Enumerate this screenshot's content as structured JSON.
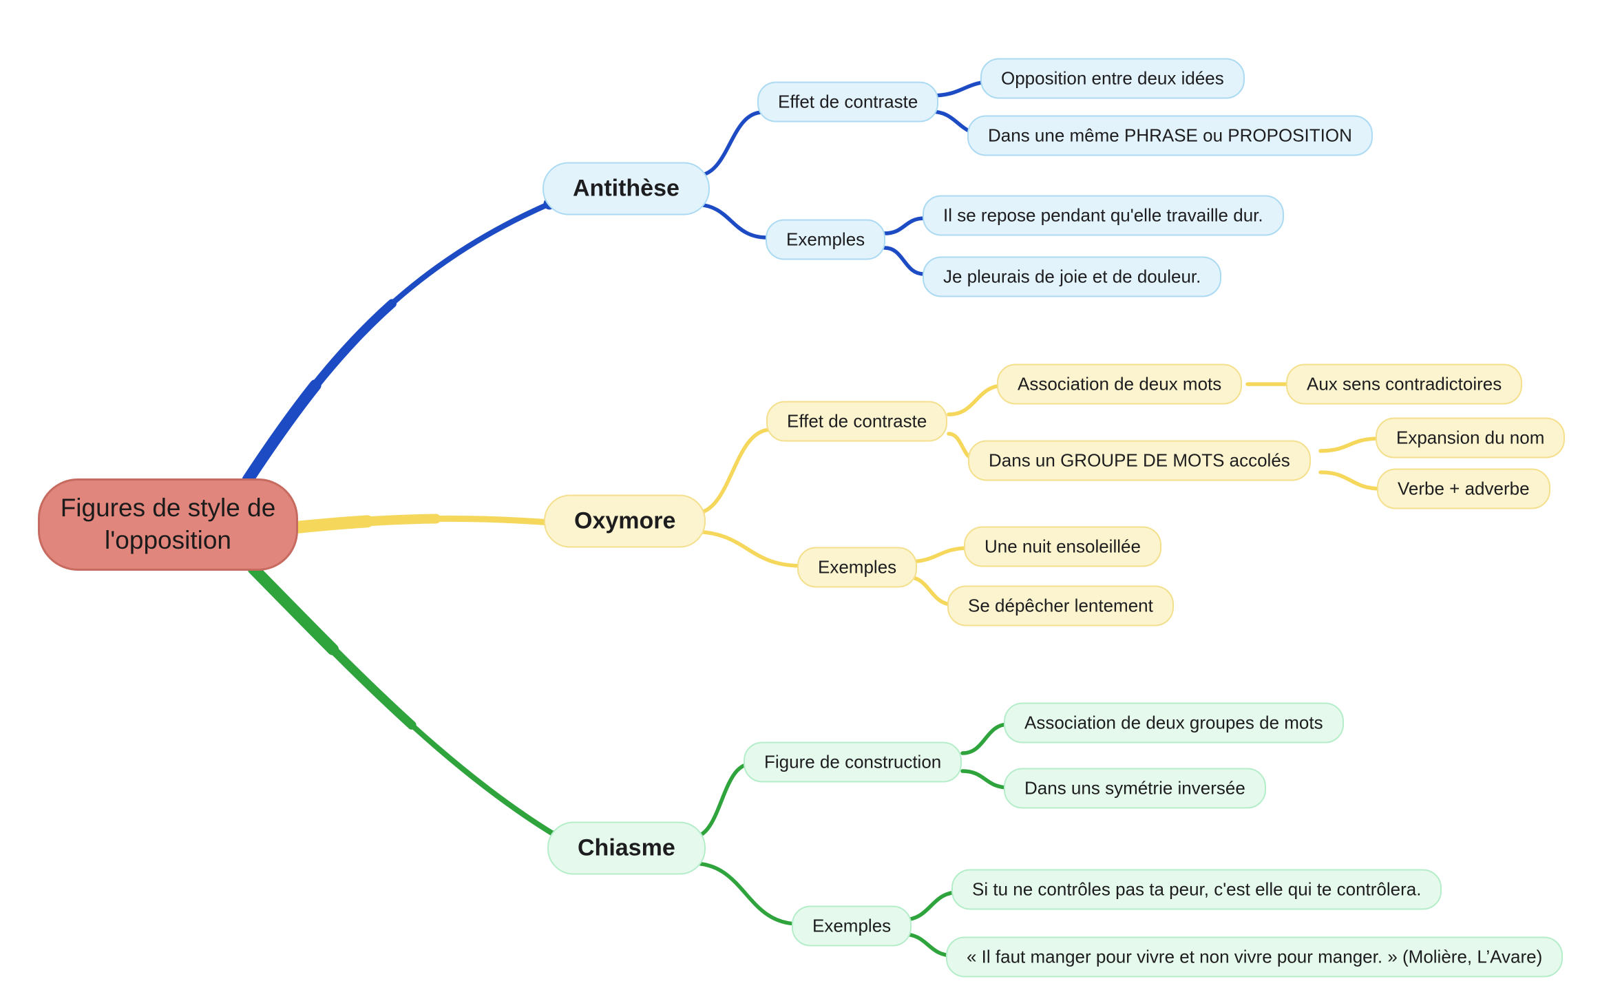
{
  "root": {
    "label": "Figures de style de l'opposition"
  },
  "palette": {
    "root_fill": "#E0867D",
    "root_border": "#C76A60",
    "blue_edge": "#1C4BC4",
    "blue_fill": "#E2F3FC",
    "blue_border": "#ABDAF2",
    "yellow_edge": "#F5D75C",
    "yellow_fill": "#FCF4CF",
    "yellow_border": "#F3DF8C",
    "green_edge": "#2FA33C",
    "green_fill": "#E5FAEC",
    "green_border": "#B5EDCA",
    "text": "#1d1d1f",
    "background": "#ffffff"
  },
  "branches": [
    {
      "topic": "Antithèse",
      "color_name": "blue",
      "children": [
        {
          "label": "Effet de contraste",
          "children": [
            {
              "label": "Opposition entre deux idées"
            },
            {
              "label": "Dans une même PHRASE ou PROPOSITION"
            }
          ]
        },
        {
          "label": "Exemples",
          "children": [
            {
              "label": "Il se repose pendant qu'elle travaille dur."
            },
            {
              "label": "Je pleurais de joie et de douleur."
            }
          ]
        }
      ]
    },
    {
      "topic": "Oxymore",
      "color_name": "yellow",
      "children": [
        {
          "label": "Effet de contraste",
          "children": [
            {
              "label": "Association de deux mots",
              "children": [
                {
                  "label": "Aux sens contradictoires"
                }
              ]
            },
            {
              "label": "Dans un GROUPE DE MOTS accolés",
              "children": [
                {
                  "label": "Expansion du nom"
                },
                {
                  "label": "Verbe + adverbe"
                }
              ]
            }
          ]
        },
        {
          "label": "Exemples",
          "children": [
            {
              "label": "Une nuit ensoleillée"
            },
            {
              "label": "Se dépêcher lentement"
            }
          ]
        }
      ]
    },
    {
      "topic": "Chiasme",
      "color_name": "green",
      "children": [
        {
          "label": "Figure de construction",
          "children": [
            {
              "label": "Association de deux groupes de mots"
            },
            {
              "label": "Dans uns symétrie inversée"
            }
          ]
        },
        {
          "label": "Exemples",
          "children": [
            {
              "label": "Si tu ne contrôles pas ta peur, c'est elle qui te contrôlera."
            },
            {
              "label": "« Il faut manger pour vivre et non vivre pour manger. » (Molière, L’Avare)"
            }
          ]
        }
      ]
    }
  ]
}
